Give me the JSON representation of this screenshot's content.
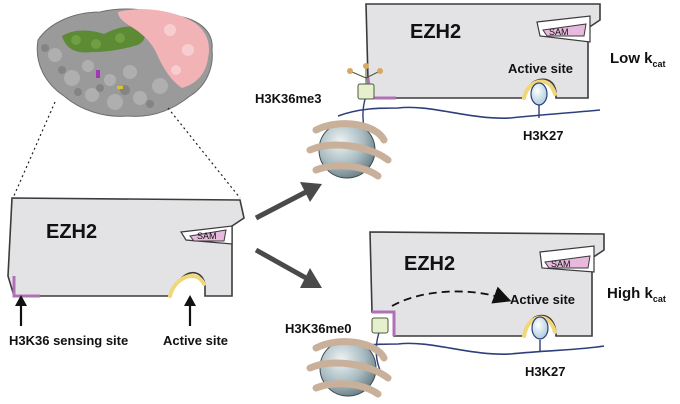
{
  "colors": {
    "enzyme_fill": "#e3e3e5",
    "enzyme_stroke": "#3b3b3b",
    "sensing_site": "#b070b6",
    "active_site_glow": "#f2d77a",
    "sam_fill": "#e7b9dc",
    "nucleosome": "#9fb3b8",
    "dna_wrap": "#c9b09a",
    "histone_tail": "#2e3f7c",
    "arrow": "#4a4a4a",
    "protein_gray": "#9a9a9a",
    "protein_green": "#5c8a35",
    "protein_pink": "#f2b3b7",
    "methyl_marks": "#d9a865"
  },
  "left_panel": {
    "enzyme_label": "EZH2",
    "sam_label": "SAM",
    "sensing_site_label": "H3K36 sensing site",
    "active_site_label": "Active site"
  },
  "top_panel": {
    "enzyme_label": "EZH2",
    "sam_label": "SAM",
    "active_site_label": "Active site",
    "mark_label": "H3K36me3",
    "k27_label": "H3K27",
    "rate_label": "Low k",
    "rate_sub": "cat"
  },
  "bottom_panel": {
    "enzyme_label": "EZH2",
    "sam_label": "SAM",
    "active_site_label": "Active site",
    "mark_label": "H3K36me0",
    "k27_label": "H3K27",
    "rate_label": "High k",
    "rate_sub": "cat"
  }
}
